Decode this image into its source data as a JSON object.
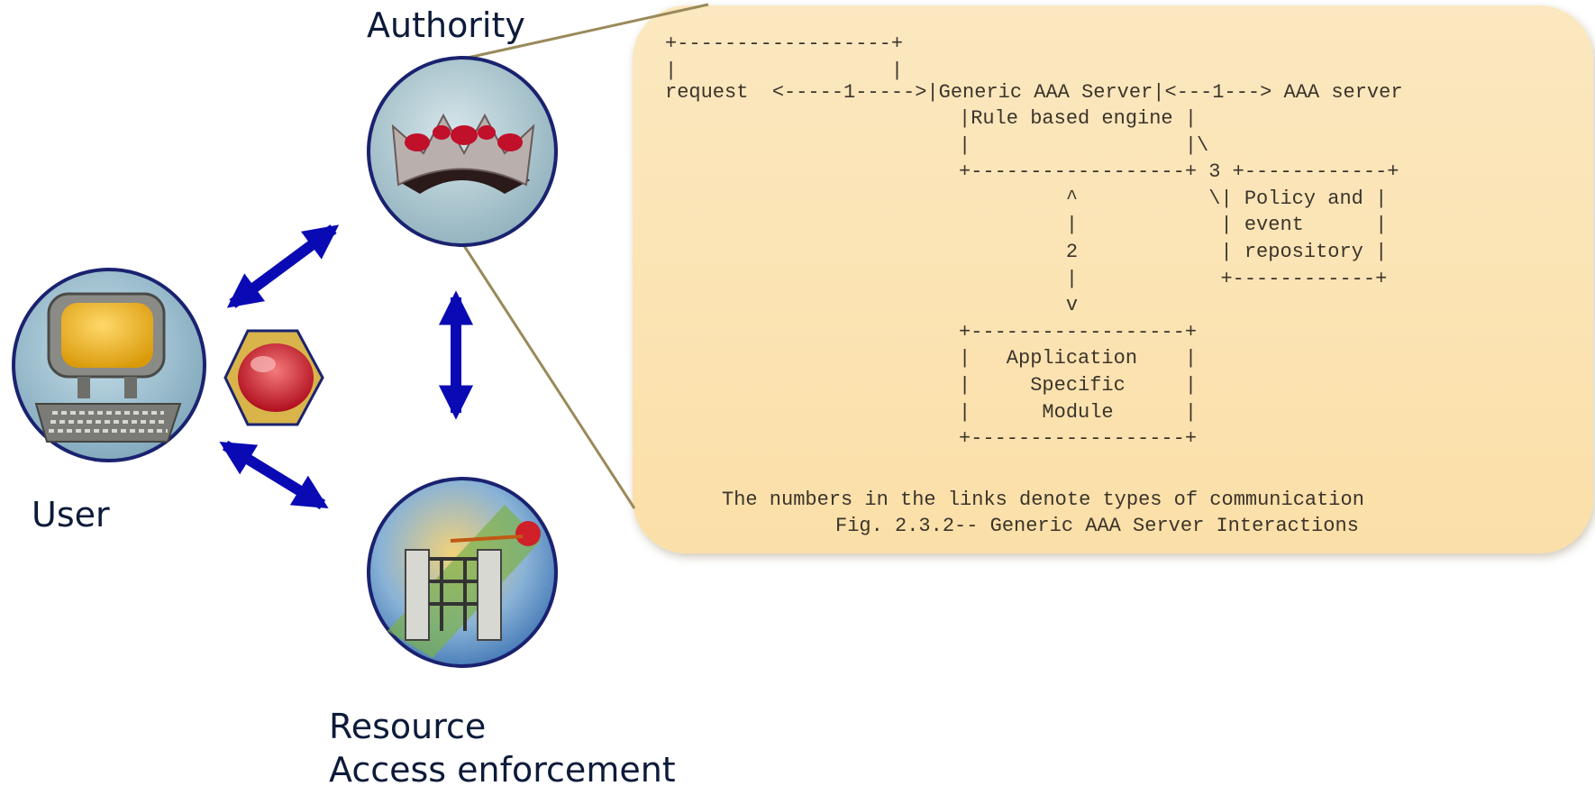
{
  "nodes": {
    "authority": {
      "label": "Authority"
    },
    "user": {
      "label": "User"
    },
    "resource": {
      "label_line1": "Resource",
      "label_line2": "Access enforcement"
    }
  },
  "callout": {
    "request_line": "request  <-----1----->|Generic AAA Server|<---1---> AAA server",
    "server_box": [
      "+------------------+",
      "|                  |",
      "",
      "|Rule based engine |",
      "|                  |\\",
      "+------------------+ 3 +------------+",
      "         ^           \\| Policy and |",
      "         |            | event      |",
      "         2            | repository |",
      "         |            +------------+",
      "         v",
      "+------------------+",
      "|   Application    |",
      "|     Specific     |",
      "|      Module      |",
      "+------------------+"
    ],
    "caption_line1": "The numbers in the links denote types of communication",
    "caption_line2": "Fig. 2.3.2-- Generic AAA Server Interactions"
  },
  "colors": {
    "arrow": "#0a0ab4",
    "callout_fill": "#fbe3b4",
    "connector": "#9a8a5a"
  },
  "icons": {
    "authority": "crown-icon",
    "user": "computer-icon",
    "token": "red-gem-icon",
    "resource": "gate-icon"
  }
}
